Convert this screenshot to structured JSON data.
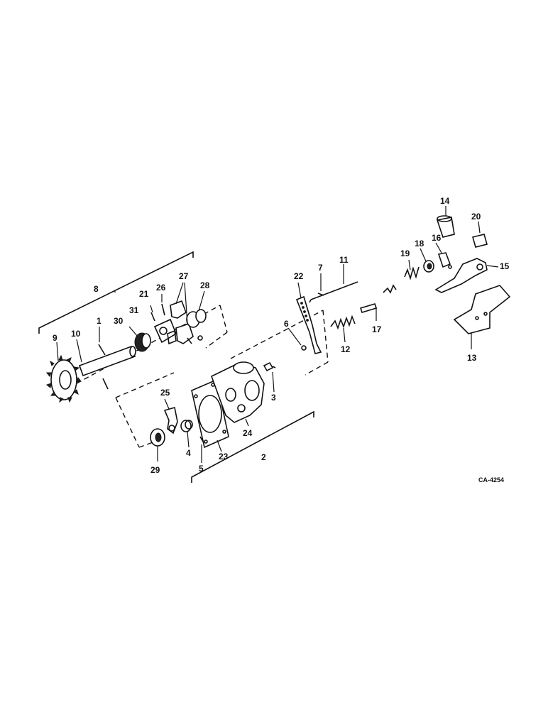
{
  "drawing_code": "CA-4254",
  "callouts": {
    "c1": "1",
    "c2": "2",
    "c3": "3",
    "c4": "4",
    "c5": "5",
    "c6": "6",
    "c7": "7",
    "c8": "8",
    "c9": "9",
    "c10": "10",
    "c11": "11",
    "c12": "12",
    "c13": "13",
    "c14": "14",
    "c15": "15",
    "c16": "16",
    "c17": "17",
    "c18": "18",
    "c19": "19",
    "c20": "20",
    "c21": "21",
    "c22": "22",
    "c23": "23",
    "c24": "24",
    "c25": "25",
    "c26": "26",
    "c27": "27",
    "c28": "28",
    "c29": "29",
    "c30": "30",
    "c31": "31"
  }
}
